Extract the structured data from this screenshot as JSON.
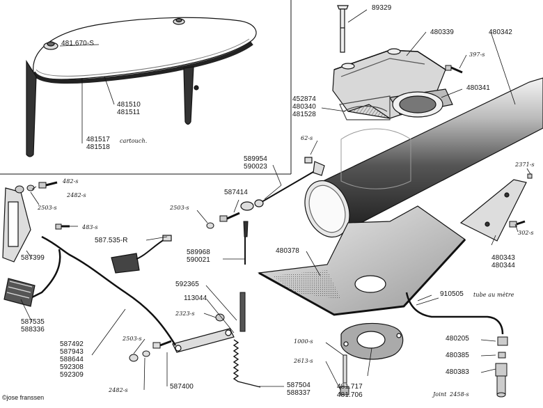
{
  "labels": {
    "p89329": "89329",
    "p480339": "480339",
    "p480342": "480342",
    "p397s": "397-s",
    "p480341": "480341",
    "p452874": "452874",
    "p480340": "480340",
    "p481528": "481528",
    "p62s": "62-s",
    "p589954": "589954",
    "p590023": "590023",
    "p2371s": "2371-s",
    "p482s": "482-s",
    "p2482s_top": "2482-s",
    "p2503s_left": "2503-s",
    "p587414": "587414",
    "p2503s_mid": "2503-s",
    "p483s": "483-s",
    "p587535R": "587.535-R",
    "p587399": "587399",
    "p302s": "302-s",
    "p589968": "589968",
    "p590021": "590021",
    "p480378": "480378",
    "p480343": "480343",
    "p480344": "480344",
    "p592365": "592365",
    "p113044": "113044",
    "p910505": "910505",
    "tube_note": "tube au mètre",
    "p587535": "587535",
    "p588336": "588336",
    "p2323s": "2323-s",
    "p2503s_low": "2503-s",
    "p587492": "587492",
    "p587943": "587943",
    "p588644": "588644",
    "p592308": "592308",
    "p592309": "592309",
    "p1000s": "1000-s",
    "p480205": "480205",
    "p480385": "480385",
    "p2613s": "2613-s",
    "p480383": "480383",
    "p481717": "481.717",
    "p481706": "481.706",
    "p587400": "587400",
    "p2482s_low": "2482-s",
    "p587504": "587504",
    "p588337": "588337",
    "joint_note": "Joint",
    "p2458s": "2458-s",
    "p481670S": "481.670-S",
    "p481510": "481510",
    "p481511": "481511",
    "p481517": "481517",
    "p481518": "481518",
    "cartouch_note": "cartouch."
  },
  "copyright": "©jose franssen",
  "colors": {
    "ink": "#111111",
    "paper": "#ffffff"
  }
}
